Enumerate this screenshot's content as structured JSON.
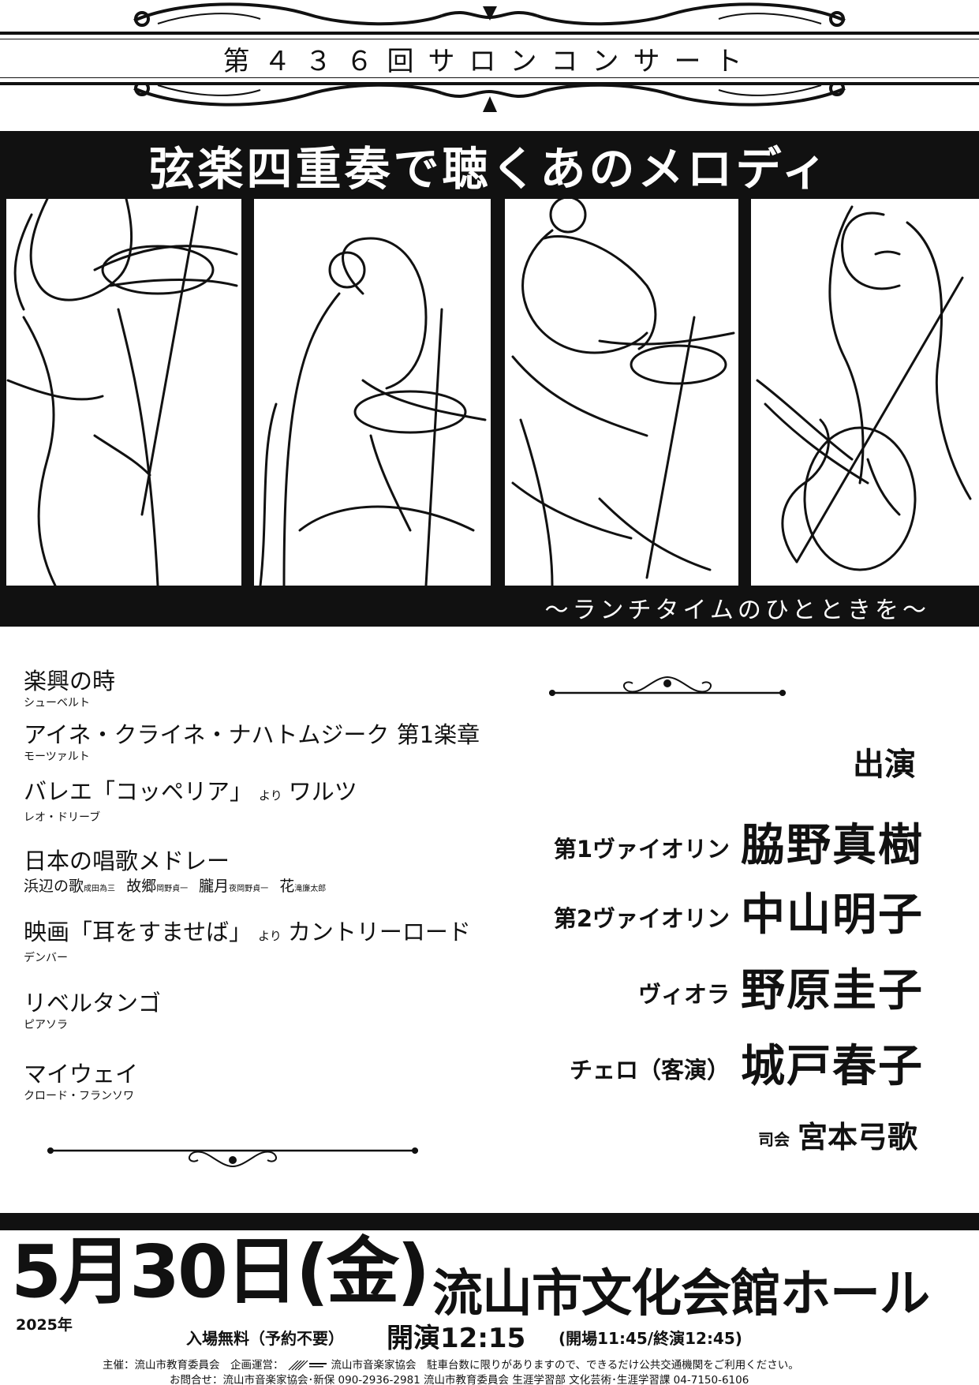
{
  "header": {
    "series_title": "第４３６回サロンコンサート",
    "main_title": "弦楽四重奏で聴くあのメロディ",
    "subtitle": "〜ランチタイムのひとときを〜"
  },
  "program": [
    {
      "title": "楽興の時",
      "suffix": "",
      "after": "",
      "composer": "シューベルト"
    },
    {
      "title": "アイネ・クライネ・ナハトムジーク 第1楽章",
      "suffix": "",
      "after": "",
      "composer": "モーツァルト"
    },
    {
      "title": "バレエ「コッペリア」",
      "suffix": "より",
      "after": "ワルツ",
      "composer": "レオ・ドリーブ"
    },
    {
      "title": "日本の唱歌メドレー",
      "suffix": "",
      "after": "",
      "composer": ""
    },
    {
      "title": "映画「耳をすませば」",
      "suffix": "より",
      "after": "カントリーロード",
      "composer": "デンバー"
    },
    {
      "title": "リベルタンゴ",
      "suffix": "",
      "after": "",
      "composer": "ピアソラ"
    },
    {
      "title": "マイウェイ",
      "suffix": "",
      "after": "",
      "composer": "クロード・フランソワ"
    }
  ],
  "medley": [
    {
      "song": "浜辺の歌",
      "credit": "成田為三"
    },
    {
      "song": "故郷",
      "credit": "岡野貞一"
    },
    {
      "song": "朧月",
      "credit": "夜岡野貞一"
    },
    {
      "song": "花",
      "credit": "滝廉太郎"
    }
  ],
  "performers": {
    "heading": "出演",
    "list": [
      {
        "role": "第1ヴァイオリン",
        "name": "脇野真樹"
      },
      {
        "role": "第2ヴァイオリン",
        "name": "中山明子"
      },
      {
        "role": "ヴィオラ",
        "name": "野原圭子"
      },
      {
        "role": "チェロ（客演）",
        "name": "城戸春子"
      }
    ],
    "mc_role": "司会",
    "mc_name": "宮本弓歌"
  },
  "event": {
    "date": "5月30日(金)",
    "year": "2025年",
    "venue": "流山市文化会館ホール",
    "admission": "入場無料（予約不要）",
    "start": "開演12:15",
    "open_close": "(開場11:45/終演12:45)"
  },
  "footer": {
    "line1_a": "主催：流山市教育委員会　企画運営：",
    "line1_b": "流山市音楽家協会　駐車台数に限りがありますので、できるだけ公共交通機関をご利用ください。",
    "line2": "お問合せ：流山市音楽家協会･新保 090-2936-2981 流山市教育委員会 生涯学習部 文化芸術･生涯学習課 04-7150-6106"
  }
}
